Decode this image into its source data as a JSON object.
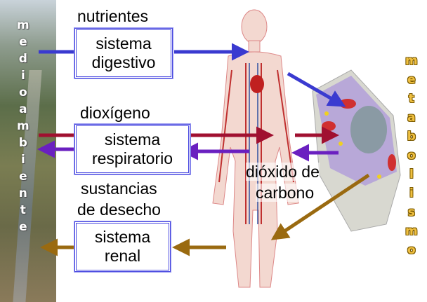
{
  "left_label": "medio ambiente",
  "right_label": "metabolismo",
  "inputs": {
    "nutrients": "nutrientes",
    "oxygen": "dioxígeno",
    "waste_line1": "sustancias",
    "waste_line2": "de desecho",
    "co2_line1": "dióxido de",
    "co2_line2": "carbono"
  },
  "systems": {
    "digestive": {
      "line1": "sistema",
      "line2": "digestivo"
    },
    "respiratory": {
      "line1": "sistema",
      "line2": "respiratorio"
    },
    "renal": {
      "line1": "sistema",
      "line2": "renal"
    }
  },
  "colors": {
    "nutrients": "#3a3ad0",
    "oxygen": "#a01030",
    "co2": "#6a20c0",
    "waste": "#9a6a10"
  }
}
